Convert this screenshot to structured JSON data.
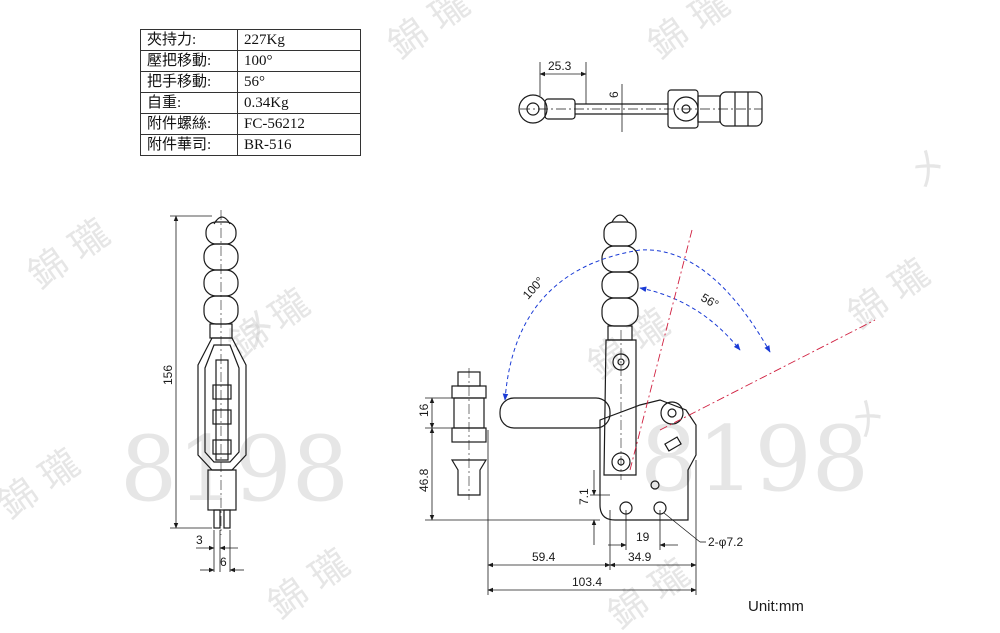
{
  "spec_table": {
    "rows": [
      {
        "label": "夾持力:",
        "value": "227Kg"
      },
      {
        "label": "壓把移動:",
        "value": "100°"
      },
      {
        "label": "把手移動:",
        "value": "56°"
      },
      {
        "label": "自重:",
        "value": "0.34Kg"
      },
      {
        "label": "附件螺絲:",
        "value": "FC-56212"
      },
      {
        "label": "附件華司:",
        "value": "BR-516"
      }
    ]
  },
  "dimensions": {
    "top_width": "25.3",
    "top_height": "6",
    "side_height": "156",
    "side_width_small": "3",
    "side_width": "6",
    "front_16": "16",
    "front_46_8": "46.8",
    "front_7_1": "7.1",
    "front_19": "19",
    "front_59_4": "59.4",
    "front_34_9": "34.9",
    "front_103_4": "103.4",
    "hole_callout": "2-φ7.2",
    "angle_100": "100°",
    "angle_56": "56°"
  },
  "unit_label": "Unit:mm",
  "colors": {
    "line": "#1a1a1a",
    "dim": "#1a3bd6",
    "angle": "#d02040"
  },
  "watermark": {
    "logo": "㐅",
    "text": "錦 瓏",
    "number": "8198"
  }
}
